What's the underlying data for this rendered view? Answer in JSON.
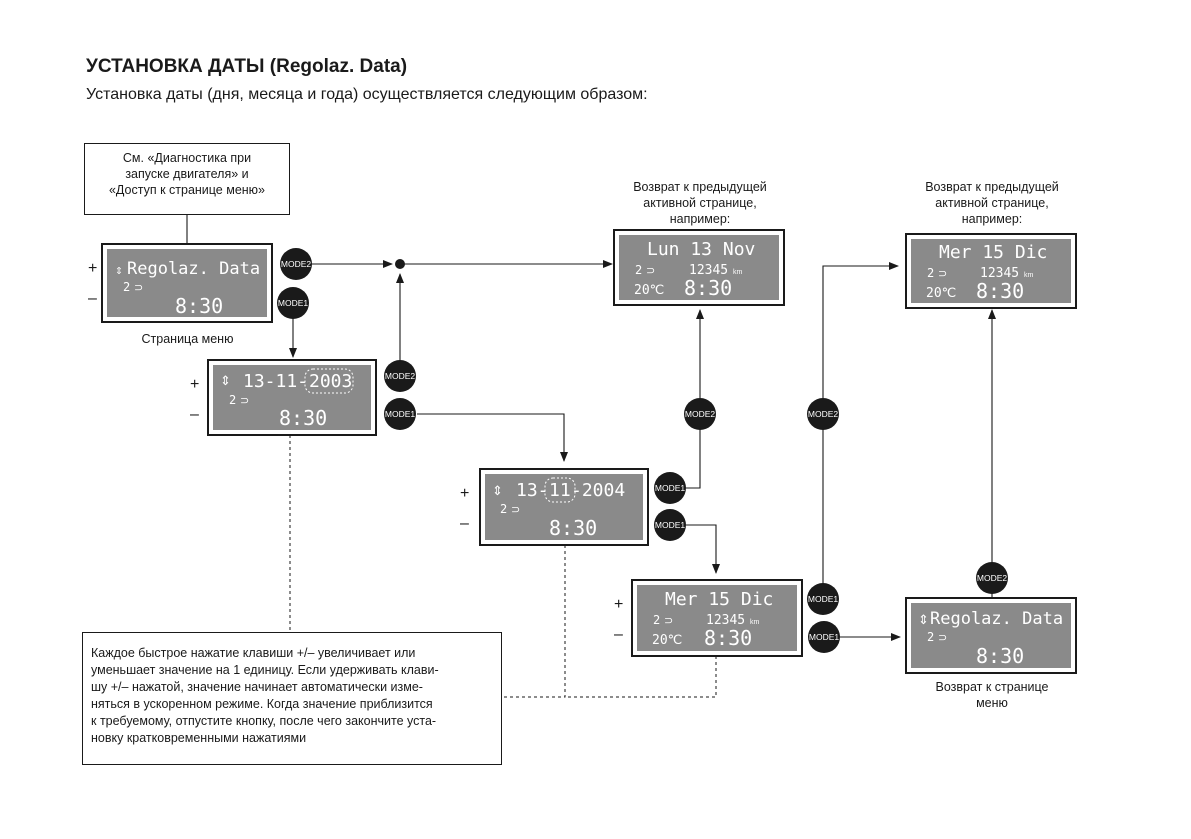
{
  "heading": {
    "title": "УСТАНОВКА ДАТЫ (Regolaz. Data)",
    "subtitle": "Установка даты (дня, месяца и года) осуществляется следующим образом:"
  },
  "reference_box": {
    "lines": [
      "См. «Диагностика при",
      "запуске двигателя» и",
      "«Доступ к странице меню»"
    ]
  },
  "note_box": {
    "lines": [
      "Каждое быстрое нажатие клавиши +/– увеличивает или",
      "уменьшает значение на 1 единицу. Если удерживать клави-",
      "шу +/– нажатой, значение начинает автоматически изме-",
      "няться в ускоренном режиме. Когда значение приблизится",
      "к требуемому, отпустите кнопку, после чего закончите уста-",
      "новку кратковременными нажатиями"
    ]
  },
  "captions": {
    "menu_page": "Страница меню",
    "return_prev_1": [
      "Возврат к предыдущей",
      "активной странице,",
      "например:"
    ],
    "return_prev_2": [
      "Возврат к предыдущей",
      "активной странице,",
      "например:"
    ],
    "return_menu": [
      "Возврат к странице",
      "меню"
    ]
  },
  "buttons": {
    "mode1": "MODE1",
    "mode2": "MODE2"
  },
  "plus_minus": {
    "plus": "+",
    "minus": "–"
  },
  "displays": {
    "menu": {
      "title": "Regolaz. Data",
      "gear": "2",
      "time": "8:30"
    },
    "year": {
      "date_pre": "13-11-",
      "date_sel": "2003",
      "gear": "2",
      "time": "8:30"
    },
    "month": {
      "date_pre": "13-",
      "date_sel": "11",
      "date_post": "-2004",
      "gear": "2",
      "time": "8:30"
    },
    "example1": {
      "date": "Lun 13 Nov",
      "gear": "2",
      "odo": "12345",
      "odo_unit": "km",
      "temp": "20℃",
      "time": "8:30"
    },
    "example2": {
      "date": "Mer 15 Dic",
      "gear": "2",
      "odo": "12345",
      "odo_unit": "km",
      "temp": "20℃",
      "time": "8:30"
    },
    "dic": {
      "date": "Mer 15 Dic",
      "gear": "2",
      "odo": "12345",
      "odo_unit": "km",
      "temp": "20℃",
      "time": "8:30"
    },
    "menu_return": {
      "title": "Regolaz. Data",
      "gear": "2",
      "time": "8:30"
    }
  },
  "colors": {
    "lcd": "#8a8a8a",
    "lcd_text": "#ffffff",
    "ink": "#1a1a1a"
  }
}
